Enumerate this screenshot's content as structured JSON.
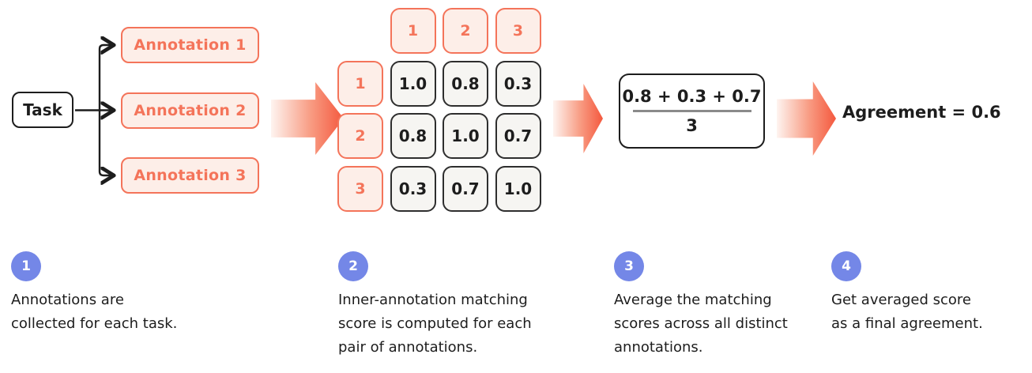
{
  "flow": {
    "task_label": "Task",
    "annotations": [
      "Annotation 1",
      "Annotation 2",
      "Annotation 3"
    ],
    "matrix": {
      "col_headers": [
        "1",
        "2",
        "3"
      ],
      "row_headers": [
        "1",
        "2",
        "3"
      ],
      "rows": [
        [
          "1.0",
          "0.8",
          "0.3"
        ],
        [
          "0.8",
          "1.0",
          "0.7"
        ],
        [
          "0.3",
          "0.7",
          "1.0"
        ]
      ]
    },
    "formula": {
      "numerator": "0.8 + 0.3 + 0.7",
      "denominator": "3"
    },
    "result_label": "Agreement = 0.6"
  },
  "steps": [
    {
      "number": "1",
      "lines": [
        "Annotations are",
        "collected for each task."
      ]
    },
    {
      "number": "2",
      "lines": [
        "Inner-annotation matching",
        "score is computed for each",
        "pair of annotations."
      ]
    },
    {
      "number": "3",
      "lines": [
        "Average the matching",
        "scores across all distinct",
        "annotations."
      ]
    },
    {
      "number": "4",
      "lines": [
        "Get averaged score",
        "as a final agreement."
      ]
    }
  ],
  "colors": {
    "coral": "#F4745A",
    "coral_light_bg": "#FDEEE8",
    "arrow_gradient_start": "#FEF4F0",
    "arrow_gradient_end": "#F4583E",
    "step_badge_blue": "#7487E7",
    "matrix_cell_bg": "#F6F5F2",
    "matrix_cell_border": "#2E2E2E",
    "fraction_line_gray": "#8A8A8A",
    "text_dark": "#1D1D1D"
  }
}
